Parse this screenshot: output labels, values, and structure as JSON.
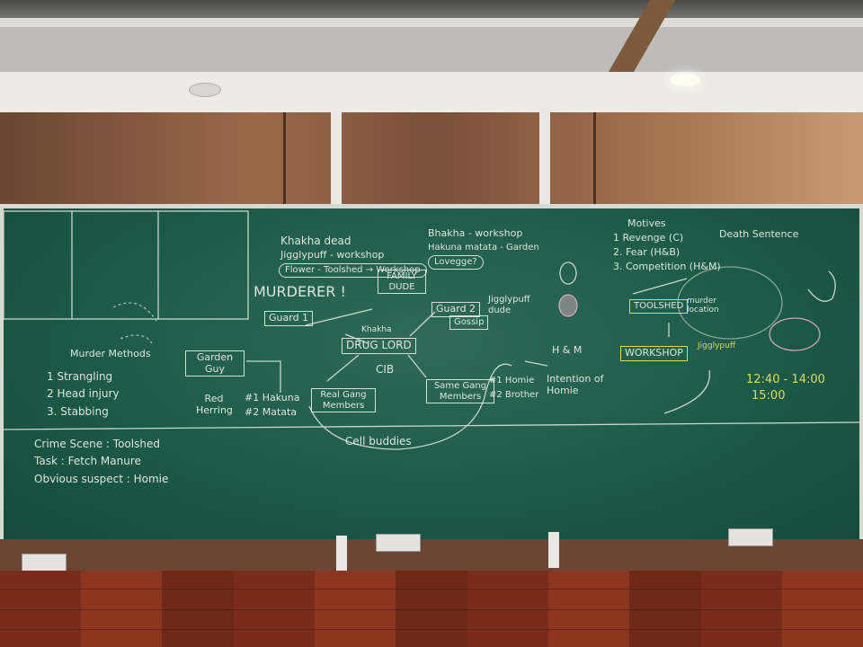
{
  "board": {
    "murder_methods": {
      "title": "Murder Methods",
      "items": [
        "1 Strangling",
        "2 Head injury",
        "3. Stabbing"
      ]
    },
    "case": {
      "scene": "Crime Scene : Toolshed",
      "task": "Task : Fetch Manure",
      "suspect": "Obvious suspect : Homie"
    },
    "top_note": {
      "line1": "Khakha dead",
      "line2": "Jigglypuff - workshop",
      "line3": "Flower - Toolshed → Workshop"
    },
    "murderer": "MURDERER !",
    "family_dude": "FAMILY DUDE",
    "guard1": "Guard 1",
    "guard2": "Guard 2",
    "gossip": "Gossip",
    "jigglypuff_dude": "Jigglypuff dude",
    "khakha": "Khakha",
    "drug_lord": "DRUG LORD",
    "cib": "CIB",
    "garden_guy": "Garden Guy",
    "red_herring": "Red Herring",
    "hakuna": "#1 Hakuna",
    "matata": "#2 Matata",
    "real_gang": "Real Gang Members",
    "same_gang": "Same Gang Members",
    "cell_buddies": "Cell buddies",
    "homie": "#1 Homie",
    "brother": "#2 Brother",
    "intention": "Intention of Homie",
    "bhakha_note": {
      "line1": "Bhakha - workshop",
      "line2": "Hakuna matata - Garden",
      "line3": "Lovegge?"
    },
    "motives": {
      "title": "Motives",
      "items": [
        "1 Revenge (C)",
        "2. Fear (H&B)",
        "3. Competition (H&M)"
      ],
      "death": "Death Sentence"
    },
    "toolshed": "TOOLSHED",
    "murder_location": "murder location",
    "workshop": "WORKSHOP",
    "jigglypuff_small": "Jigglypuff",
    "h_and_m": "H & M",
    "time1": "12:40 - 14:00",
    "time2": "15:00"
  }
}
